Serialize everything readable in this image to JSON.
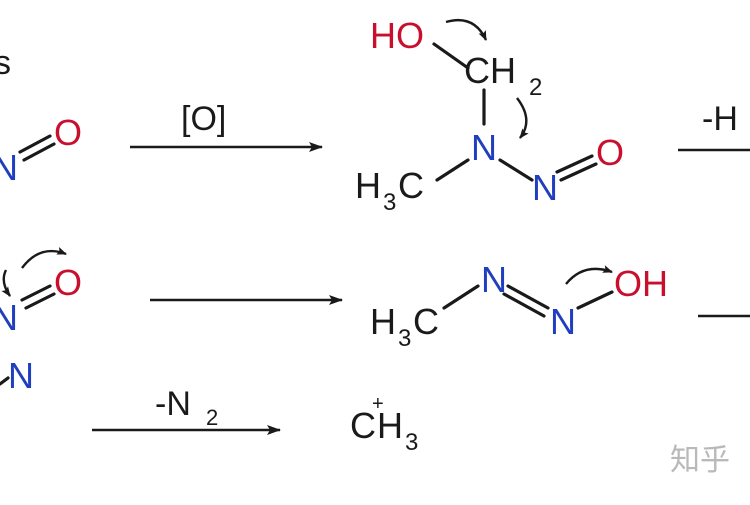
{
  "colors": {
    "carbon_hydrogen": "#1a1a1a",
    "oxygen": "#c8102e",
    "nitrogen": "#1f3fbf",
    "watermark": "#b9b9b9"
  },
  "reaction_conditions": {
    "oxidation": "[O]",
    "elimination_partial": "-H",
    "loss_of_nitrogen": "-N",
    "loss_of_nitrogen_sub": "2"
  },
  "intermediate_1": {
    "ho": "HO",
    "ch": "CH",
    "ch_sub": "2",
    "n_center": "N",
    "n_nitroso": "N",
    "o_nitroso": "O",
    "h3c": "H",
    "h3c_sub": "3",
    "h3c_c": "C"
  },
  "intermediate_2": {
    "h3c": "H",
    "h3c_sub": "3",
    "h3c_c": "C",
    "n1": "N",
    "n2": "N",
    "oh": "OH"
  },
  "product": {
    "c": "C",
    "plus": "+",
    "h3": "H",
    "h3_sub": "3"
  },
  "left_fragments": {
    "top_n": "N",
    "top_o": "O",
    "mid_n": "N",
    "mid_o": "O",
    "low_n": "N",
    "far_left_mark": "s"
  },
  "watermark": {
    "text": "知乎"
  }
}
